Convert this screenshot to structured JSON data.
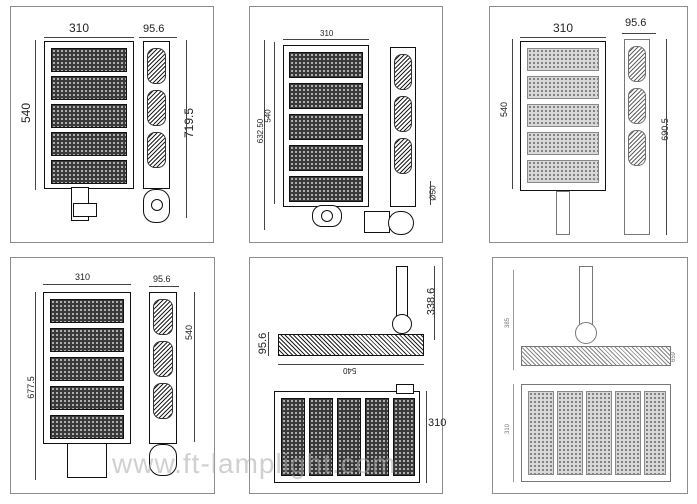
{
  "panel1": {
    "width": "310",
    "depth": "95.6",
    "height": "540",
    "total": "719.5"
  },
  "panel2": {
    "width": "310",
    "height": "540",
    "total": "632.50",
    "dia": "Ø50"
  },
  "panel3": {
    "width": "310",
    "depth": "95.6",
    "height": "540",
    "total": "690.5"
  },
  "panel4": {
    "width": "310",
    "depth": "95.6",
    "height": "540",
    "total": "677.5"
  },
  "panel5": {
    "depth": "95.6",
    "length": "540",
    "arm": "338.6",
    "width": "310"
  },
  "panel6": {
    "a": "385",
    "b": "659",
    "c": "310"
  },
  "watermark": "www.ft-lamplight.com"
}
